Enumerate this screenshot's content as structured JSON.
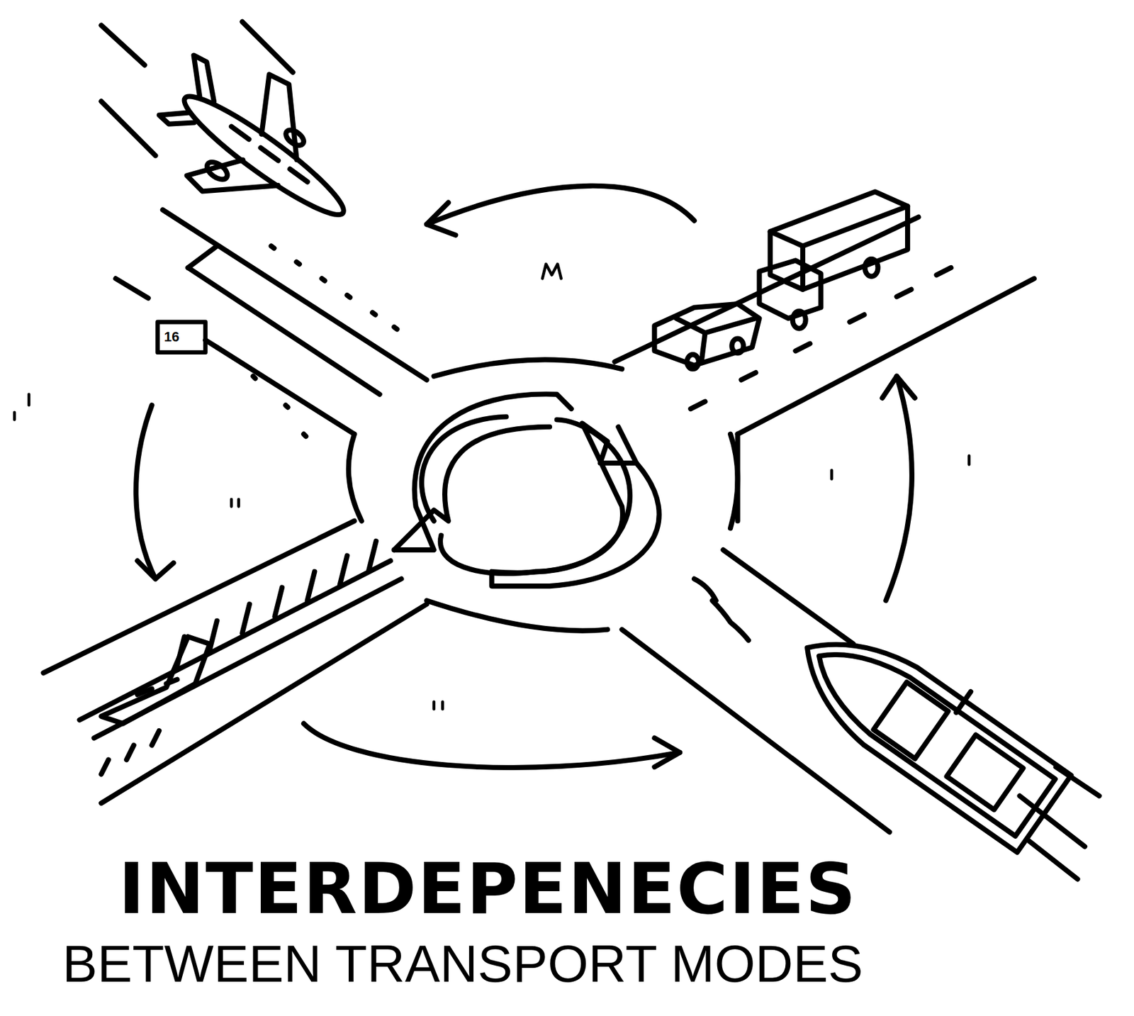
{
  "diagram": {
    "title": "INTERDEPENECIES",
    "caption": "BETWEEN TRANSPORT MODES",
    "labels": [
      "16"
    ]
  }
}
